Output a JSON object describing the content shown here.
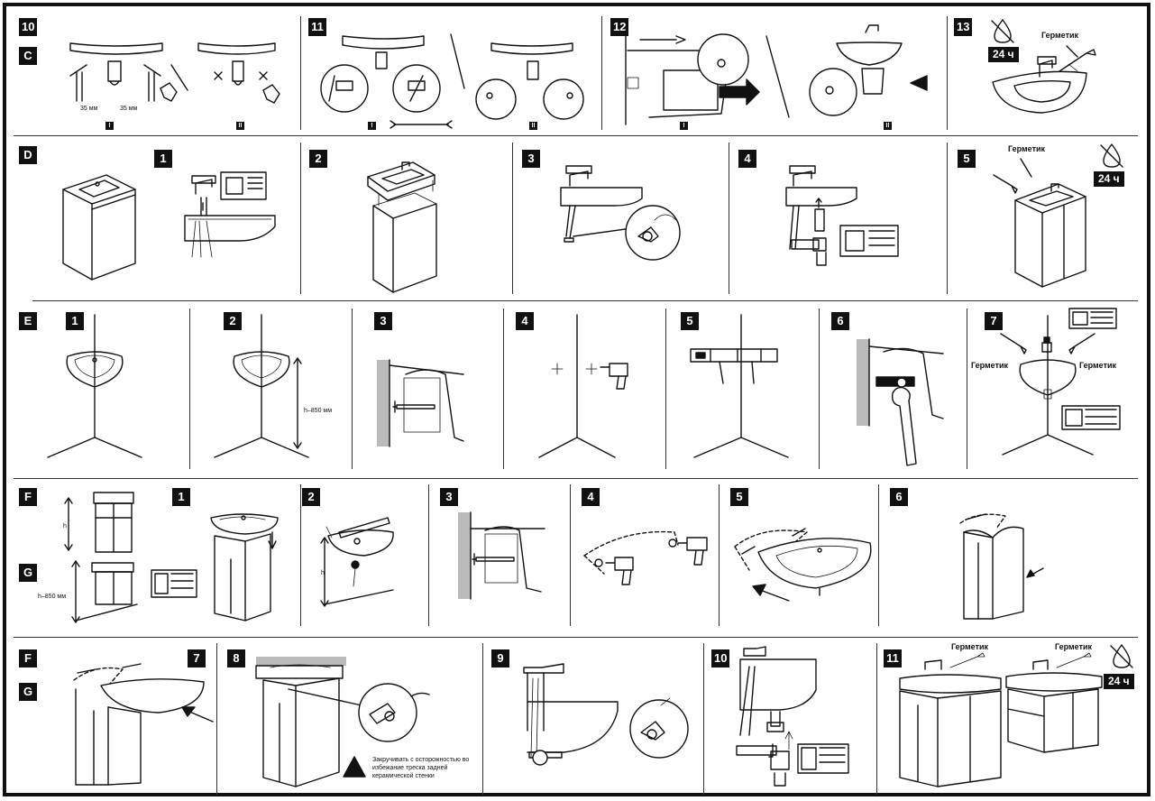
{
  "section_labels": {
    "c": "C",
    "d": "D",
    "e": "E",
    "f": "F",
    "g": "G",
    "f2": "F",
    "g2": "G"
  },
  "row1": {
    "steps": [
      "10",
      "11",
      "12",
      "13"
    ],
    "roman": [
      "I",
      "II",
      "I",
      "II",
      "I",
      "II"
    ],
    "dim_left": "35 мм",
    "dim_right": "35 мм",
    "sealant": "Герметик",
    "cure_time": "24 ч"
  },
  "row2": {
    "steps": [
      "1",
      "2",
      "3",
      "4",
      "5"
    ],
    "sealant": "Герметик",
    "cure_time": "24 ч"
  },
  "row3": {
    "steps": [
      "1",
      "2",
      "3",
      "4",
      "5",
      "6",
      "7"
    ],
    "height": "h–850 мм",
    "sealant_left": "Герметик",
    "sealant_right": "Герметик"
  },
  "row4": {
    "steps": [
      "1",
      "2",
      "3",
      "4",
      "5",
      "6"
    ],
    "h_label": "h",
    "h_label2": "h",
    "height": "h–850 мм"
  },
  "row5": {
    "steps": [
      "7",
      "8",
      "9",
      "10",
      "11"
    ],
    "warning": "Закручивать с осторожностью во избежание треска задней керамической стенки",
    "sealant_left": "Герметик",
    "sealant_right": "Герметик",
    "cure_time": "24 ч"
  },
  "icons": [
    "no-water-icon",
    "manual-book-icon",
    "drill-icon",
    "wrench-icon",
    "warning-icon",
    "arrow-icon",
    "sealant-gun-icon"
  ]
}
